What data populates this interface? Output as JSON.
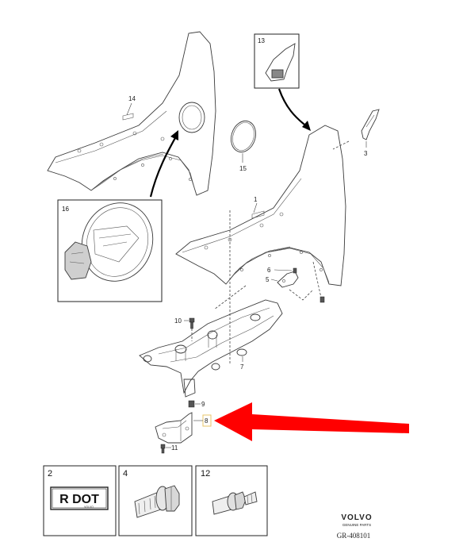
{
  "callouts": {
    "c1": "1",
    "c3": "3",
    "c5": "5",
    "c6": "6",
    "c7": "7",
    "c8": "8",
    "c9": "9",
    "c10": "10",
    "c11": "11",
    "c14": "14",
    "c15": "15"
  },
  "inset_boxes": {
    "box13": "13",
    "box16": "16"
  },
  "legend_boxes": {
    "box2": "2",
    "box4": "4",
    "box12": "12"
  },
  "plate_text": "R DOT",
  "plate_subtext": "VOLVO",
  "brand": {
    "name": "VOLVO",
    "tagline": "GENUINE PARTS",
    "figure_id": "GR-408101"
  },
  "colors": {
    "arrow": "#ff0000",
    "linework": "#3a3a3a",
    "highlight_box": "#e8c66a"
  }
}
